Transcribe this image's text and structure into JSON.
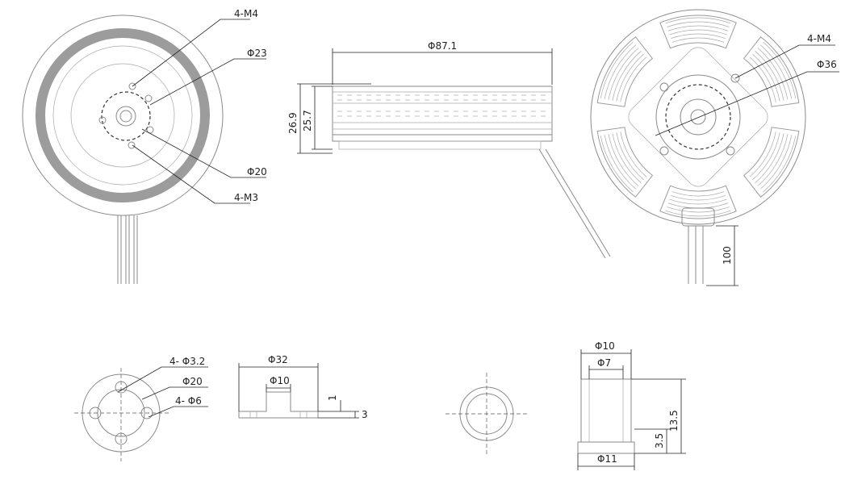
{
  "front_view": {
    "label_4m4": "4-M4",
    "label_d23": "Φ23",
    "label_d20": "Φ20",
    "label_4m3": "4-M3"
  },
  "side_view": {
    "label_d87": "Φ87.1",
    "label_h269": "26.9",
    "label_h257": "25.7"
  },
  "rear_view": {
    "label_4m4": "4-M4",
    "label_d36": "Φ36",
    "label_100": "100"
  },
  "adapter_top": {
    "label_4d32": "4- Φ3.2",
    "label_d20": "Φ20",
    "label_4d6": "4- Φ6"
  },
  "adapter_side": {
    "label_d32": "Φ32",
    "label_d10": "Φ10",
    "label_1": "1",
    "label_3": "3"
  },
  "bushing_side": {
    "label_d10": "Φ10",
    "label_d7": "Φ7",
    "label_135": "13.5",
    "label_35": "3.5",
    "label_d11": "Φ11"
  }
}
